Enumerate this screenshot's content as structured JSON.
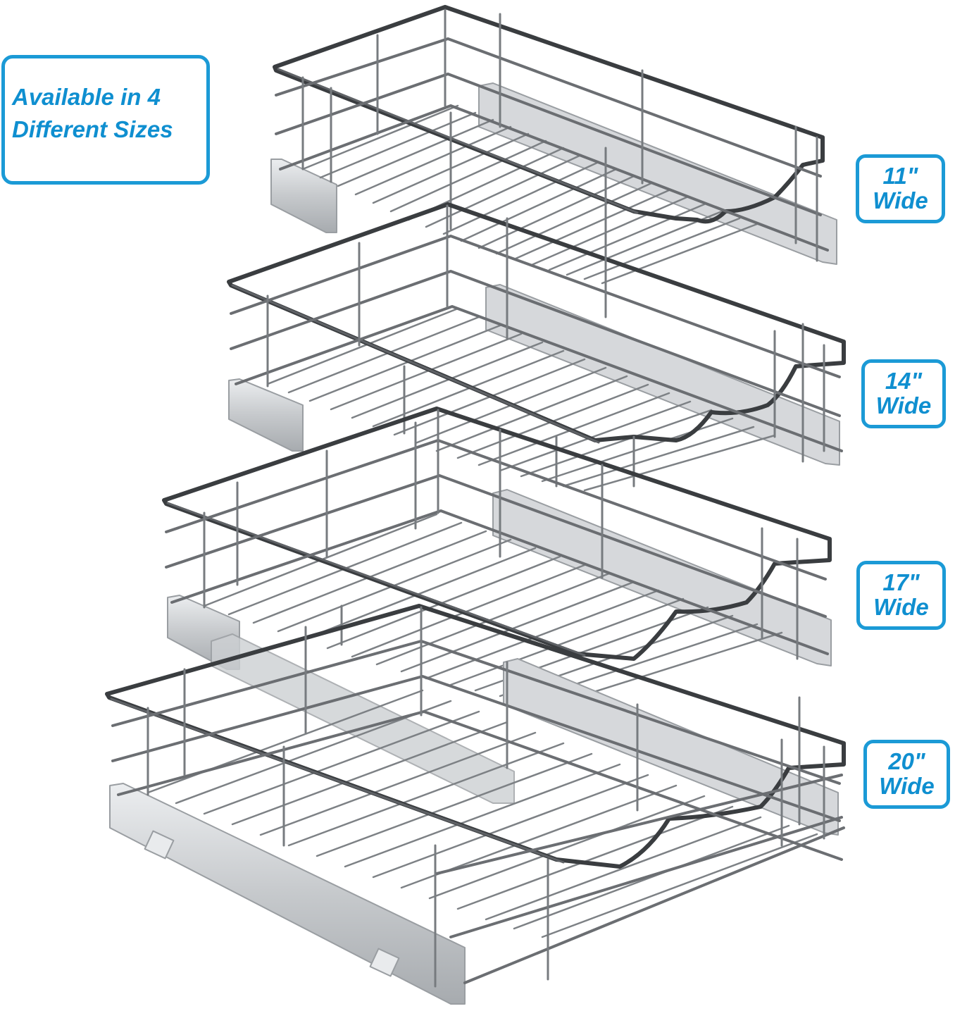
{
  "headline": {
    "line1": "Available   in 4",
    "line2": "Different Sizes"
  },
  "sizes": [
    {
      "width": "11\"",
      "word": "Wide"
    },
    {
      "width": "14\"",
      "word": "Wide"
    },
    {
      "width": "17\"",
      "word": "Wide"
    },
    {
      "width": "20\"",
      "word": "Wide"
    }
  ],
  "colors": {
    "accent": "#1b9ad6",
    "text": "#0f8fd0",
    "chrome": "#8a8d91",
    "rail": "#c9cbce"
  }
}
